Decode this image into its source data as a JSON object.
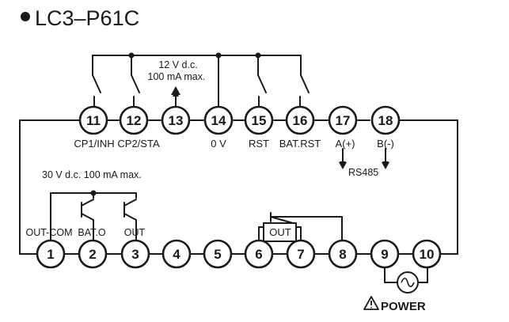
{
  "title": "LC3–P61C",
  "colors": {
    "line": "#1a1a1a",
    "background": "#ffffff"
  },
  "top_terminals": [
    {
      "num": "11",
      "label": "CP1/INH"
    },
    {
      "num": "12",
      "label": "CP2/STA"
    },
    {
      "num": "13",
      "label": ""
    },
    {
      "num": "14",
      "label": "0 V"
    },
    {
      "num": "15",
      "label": "RST"
    },
    {
      "num": "16",
      "label": "BAT.RST"
    },
    {
      "num": "17",
      "label": "A(+)"
    },
    {
      "num": "18",
      "label": "B(-)"
    }
  ],
  "bottom_terminals": [
    {
      "num": "1",
      "label": "OUT-COM"
    },
    {
      "num": "2",
      "label": "BAT.O"
    },
    {
      "num": "3",
      "label": "OUT"
    },
    {
      "num": "4",
      "label": ""
    },
    {
      "num": "5",
      "label": ""
    },
    {
      "num": "6",
      "label": ""
    },
    {
      "num": "7",
      "label": ""
    },
    {
      "num": "8",
      "label": ""
    },
    {
      "num": "9",
      "label": ""
    },
    {
      "num": "10",
      "label": ""
    }
  ],
  "supply_note": {
    "line1": "12 V d.c.",
    "line2": "100 mA max."
  },
  "output_note": "30 V d.c. 100 mA max.",
  "comm_label": "RS485",
  "relay_label": "OUT",
  "power_label": "POWER",
  "icons": {
    "warning": "warning-triangle-icon",
    "ac_source": "ac-source-icon"
  }
}
